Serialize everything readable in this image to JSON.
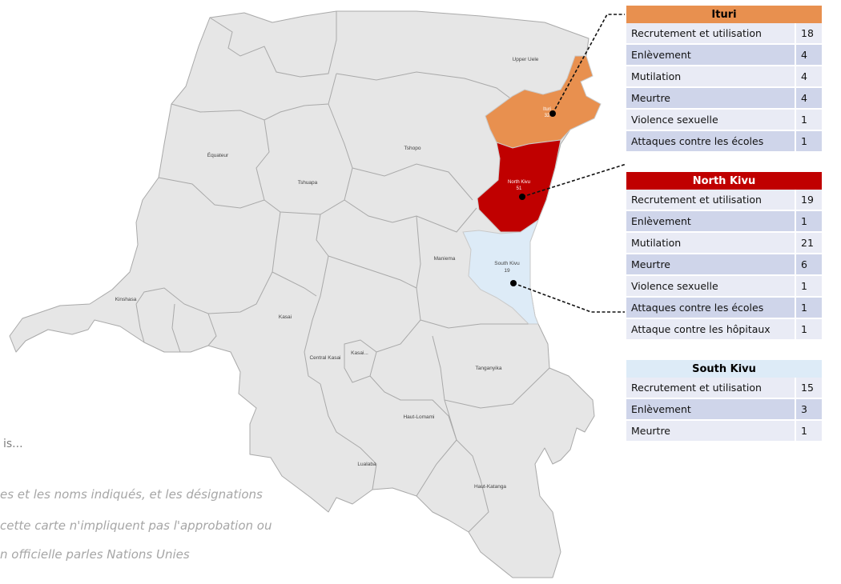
{
  "map": {
    "provinces": {
      "upper_uele": "Upper Uele",
      "equateur": "Équateur",
      "tshopo": "Tshopo",
      "tshuapa": "Tshuapa",
      "maniema": "Maniema",
      "kinshasa": "Kinshasa",
      "kasai": "Kasai",
      "central_kasai": "Central Kasai",
      "kasai_oriental": "Kasai...",
      "tanganyika": "Tanganyika",
      "haut_lomami": "Haut-Lomami",
      "lualaba": "Lualaba",
      "haut_katanga": "Haut-Katanga"
    },
    "highlighted": [
      {
        "key": "ituri",
        "name": "Ituri",
        "value": "32",
        "color": "#e8904f"
      },
      {
        "key": "north_kivu",
        "name": "North Kivu",
        "value": "51",
        "color": "#c00000"
      },
      {
        "key": "south_kivu",
        "name": "South Kivu",
        "value": "19",
        "color": "#ddebf7"
      }
    ]
  },
  "tables": [
    {
      "title": "Ituri",
      "header_color": "#e8904f",
      "header_text_color": "#000000",
      "rows": [
        {
          "label": "Recrutement et utilisation",
          "value": "18"
        },
        {
          "label": "Enlèvement",
          "value": "4"
        },
        {
          "label": "Mutilation",
          "value": "4"
        },
        {
          "label": "Meurtre",
          "value": "4"
        },
        {
          "label": "Violence sexuelle",
          "value": "1"
        },
        {
          "label": "Attaques contre les écoles",
          "value": "1"
        }
      ]
    },
    {
      "title": "North Kivu",
      "header_color": "#c00000",
      "header_text_color": "#ffffff",
      "rows": [
        {
          "label": "Recrutement et utilisation",
          "value": "19"
        },
        {
          "label": "Enlèvement",
          "value": "1"
        },
        {
          "label": "Mutilation",
          "value": "21"
        },
        {
          "label": "Meurtre",
          "value": "6"
        },
        {
          "label": "Violence sexuelle",
          "value": "1"
        },
        {
          "label": "Attaques contre les écoles",
          "value": "1"
        },
        {
          "label": "Attaque contre les hôpitaux",
          "value": "1"
        }
      ]
    },
    {
      "title": "South Kivu",
      "header_color": "#ddebf7",
      "header_text_color": "#000000",
      "rows": [
        {
          "label": "Recrutement et utilisation",
          "value": "15"
        },
        {
          "label": "Enlèvement",
          "value": "3"
        },
        {
          "label": "Meurtre",
          "value": "1"
        }
      ]
    }
  ],
  "footnote": {
    "truncated": "is...",
    "lines": [
      "es et les noms indiqués, et les désignations",
      "cette carte n'impliquent pas l'approbation ou",
      "n officielle parles Nations Unies"
    ]
  },
  "colors": {
    "province_fill": "#e6e6e6",
    "province_stroke": "#a9a9a9",
    "row_light": "#e9ebf5",
    "row_dark": "#cfd5ea"
  }
}
